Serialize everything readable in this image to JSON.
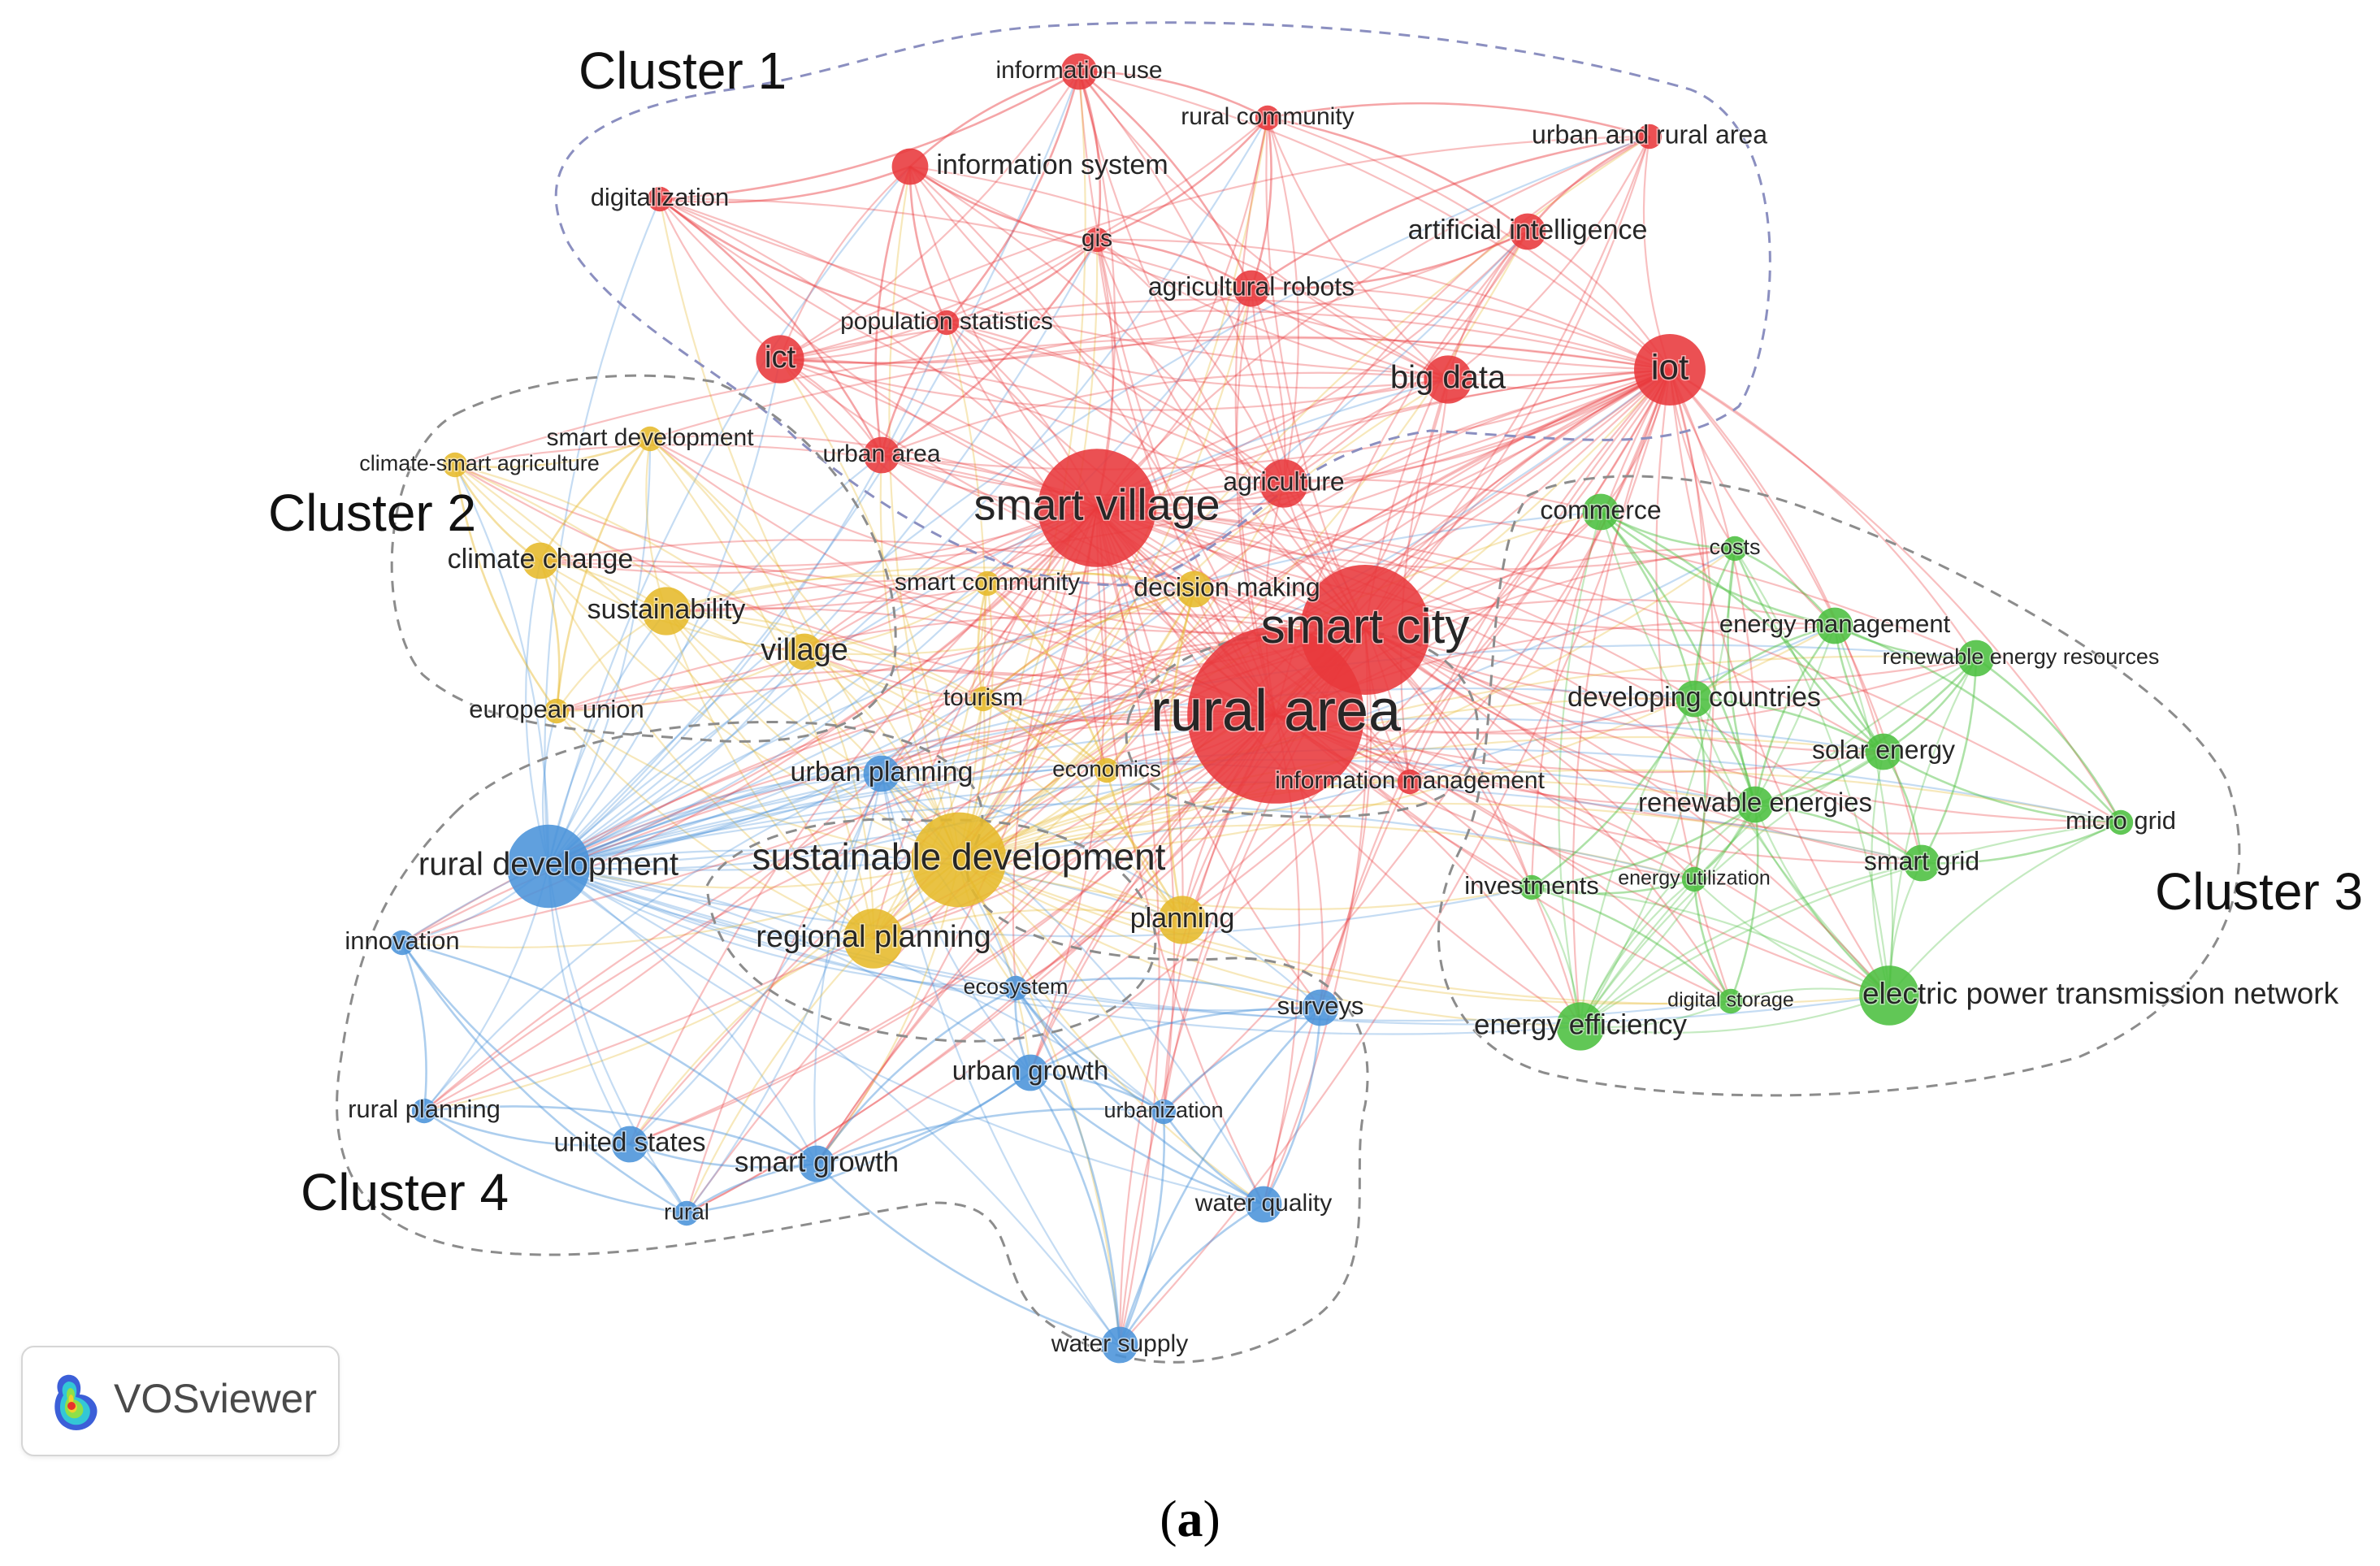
{
  "caption": {
    "open": "(",
    "letter": "a",
    "close": ")"
  },
  "logo": {
    "text": "VOSviewer",
    "icon": "vosviewer-logo-icon"
  },
  "colors": {
    "cluster1": "#e8383b",
    "cluster2": "#e6b92a",
    "cluster3": "#4bbf3f",
    "cluster4": "#4a93d9",
    "outline": "#8c8c8c",
    "outline_cluster1": "#8b8fc0"
  },
  "clusters": [
    {
      "id": 1,
      "label": "Cluster 1"
    },
    {
      "id": 2,
      "label": "Cluster 2"
    },
    {
      "id": 3,
      "label": "Cluster 3"
    },
    {
      "id": 4,
      "label": "Cluster 4"
    }
  ],
  "nodes": [
    {
      "id": "information-use",
      "label": "information use",
      "cluster": 1,
      "weight": 2
    },
    {
      "id": "rural-community",
      "label": "rural community",
      "cluster": 1,
      "weight": 1
    },
    {
      "id": "urban-and-rural-area",
      "label": "urban and rural area",
      "cluster": 1,
      "weight": 1
    },
    {
      "id": "information-system",
      "label": "information system",
      "cluster": 1,
      "weight": 2
    },
    {
      "id": "digitalization",
      "label": "digitalization",
      "cluster": 1,
      "weight": 1
    },
    {
      "id": "artificial-intelligence",
      "label": "artificial intelligence",
      "cluster": 1,
      "weight": 2
    },
    {
      "id": "gis",
      "label": "gis",
      "cluster": 1,
      "weight": 1
    },
    {
      "id": "agricultural-robots",
      "label": "agricultural robots",
      "cluster": 1,
      "weight": 2
    },
    {
      "id": "population-statistics",
      "label": "population statistics",
      "cluster": 1,
      "weight": 1
    },
    {
      "id": "ict",
      "label": "ict",
      "cluster": 1,
      "weight": 3
    },
    {
      "id": "big-data",
      "label": "big data",
      "cluster": 1,
      "weight": 3
    },
    {
      "id": "iot",
      "label": "iot",
      "cluster": 1,
      "weight": 5
    },
    {
      "id": "urban-area",
      "label": "urban area",
      "cluster": 1,
      "weight": 2
    },
    {
      "id": "agriculture",
      "label": "agriculture",
      "cluster": 1,
      "weight": 3
    },
    {
      "id": "smart-village",
      "label": "smart village",
      "cluster": 1,
      "weight": 9
    },
    {
      "id": "smart-city",
      "label": "smart city",
      "cluster": 1,
      "weight": 10
    },
    {
      "id": "rural-area",
      "label": "rural area",
      "cluster": 1,
      "weight": 14
    },
    {
      "id": "information-management",
      "label": "information management",
      "cluster": 1,
      "weight": 1
    },
    {
      "id": "smart-development",
      "label": "smart development",
      "cluster": 2,
      "weight": 1
    },
    {
      "id": "climate-smart-agriculture",
      "label": "climate-smart agriculture",
      "cluster": 2,
      "weight": 1
    },
    {
      "id": "climate-change",
      "label": "climate change",
      "cluster": 2,
      "weight": 2
    },
    {
      "id": "sustainability",
      "label": "sustainability",
      "cluster": 2,
      "weight": 3
    },
    {
      "id": "village",
      "label": "village",
      "cluster": 2,
      "weight": 2
    },
    {
      "id": "european-union",
      "label": "european union",
      "cluster": 2,
      "weight": 1
    },
    {
      "id": "tourism",
      "label": "tourism",
      "cluster": 2,
      "weight": 1
    },
    {
      "id": "smart-community",
      "label": "smart community",
      "cluster": 2,
      "weight": 1
    },
    {
      "id": "decision-making",
      "label": "decision making",
      "cluster": 2,
      "weight": 2
    },
    {
      "id": "economics",
      "label": "economics",
      "cluster": 2,
      "weight": 1
    },
    {
      "id": "sustainable-development",
      "label": "sustainable development",
      "cluster": 2,
      "weight": 7
    },
    {
      "id": "regional-planning",
      "label": "regional planning",
      "cluster": 2,
      "weight": 4
    },
    {
      "id": "planning",
      "label": "planning",
      "cluster": 2,
      "weight": 3
    },
    {
      "id": "commerce",
      "label": "commerce",
      "cluster": 3,
      "weight": 2
    },
    {
      "id": "costs",
      "label": "costs",
      "cluster": 3,
      "weight": 1
    },
    {
      "id": "energy-management",
      "label": "energy management",
      "cluster": 3,
      "weight": 2
    },
    {
      "id": "renewable-energy-resources",
      "label": "renewable energy resources",
      "cluster": 3,
      "weight": 2
    },
    {
      "id": "developing-countries",
      "label": "developing countries",
      "cluster": 3,
      "weight": 2
    },
    {
      "id": "solar-energy",
      "label": "solar energy",
      "cluster": 3,
      "weight": 2
    },
    {
      "id": "renewable-energies",
      "label": "renewable energies",
      "cluster": 3,
      "weight": 2
    },
    {
      "id": "micro-grid",
      "label": "micro grid",
      "cluster": 3,
      "weight": 1
    },
    {
      "id": "investments",
      "label": "investments",
      "cluster": 3,
      "weight": 1
    },
    {
      "id": "energy-utilization",
      "label": "energy utilization",
      "cluster": 3,
      "weight": 1
    },
    {
      "id": "smart-grid",
      "label": "smart grid",
      "cluster": 3,
      "weight": 2
    },
    {
      "id": "electric-power-transmission-network",
      "label": "electric power transmission network",
      "cluster": 3,
      "weight": 4
    },
    {
      "id": "digital-storage",
      "label": "digital storage",
      "cluster": 3,
      "weight": 1
    },
    {
      "id": "energy-efficiency",
      "label": "energy efficiency",
      "cluster": 3,
      "weight": 3
    },
    {
      "id": "urban-planning",
      "label": "urban planning",
      "cluster": 4,
      "weight": 2
    },
    {
      "id": "rural-development",
      "label": "rural development",
      "cluster": 4,
      "weight": 6
    },
    {
      "id": "innovation",
      "label": "innovation",
      "cluster": 4,
      "weight": 1
    },
    {
      "id": "ecosystem",
      "label": "ecosystem",
      "cluster": 4,
      "weight": 1
    },
    {
      "id": "surveys",
      "label": "surveys",
      "cluster": 4,
      "weight": 2
    },
    {
      "id": "urban-growth",
      "label": "urban growth",
      "cluster": 4,
      "weight": 2
    },
    {
      "id": "rural-planning",
      "label": "rural planning",
      "cluster": 4,
      "weight": 1
    },
    {
      "id": "united-states",
      "label": "united states",
      "cluster": 4,
      "weight": 2
    },
    {
      "id": "urbanization",
      "label": "urbanization",
      "cluster": 4,
      "weight": 1
    },
    {
      "id": "smart-growth",
      "label": "smart growth",
      "cluster": 4,
      "weight": 2
    },
    {
      "id": "water-quality",
      "label": "water quality",
      "cluster": 4,
      "weight": 2
    },
    {
      "id": "rural",
      "label": "rural",
      "cluster": 4,
      "weight": 1
    },
    {
      "id": "water-supply",
      "label": "water supply",
      "cluster": 4,
      "weight": 2
    }
  ]
}
